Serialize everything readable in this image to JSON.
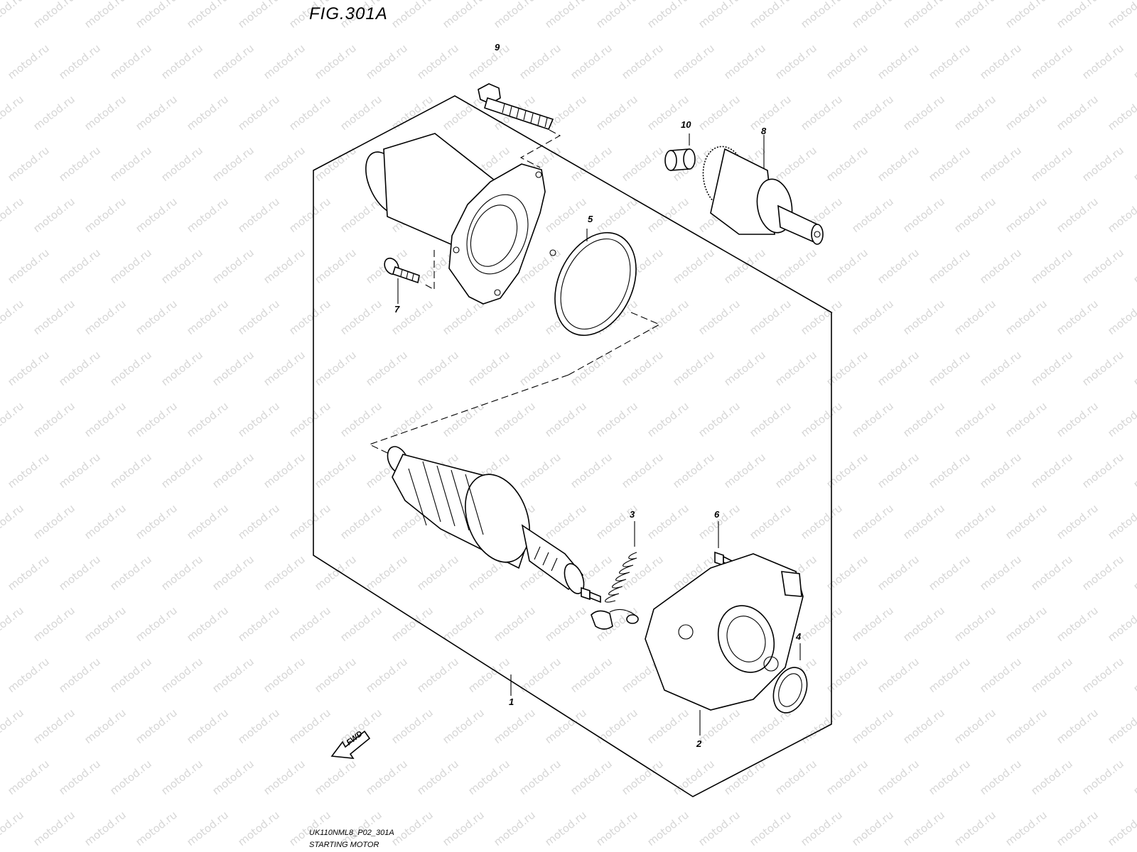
{
  "figure": {
    "title": "FIG.301A",
    "code": "UK110NML8_P02_301A",
    "caption": "STARTING MOTOR",
    "fwd_label": "FWD"
  },
  "watermark": "motod.ru",
  "callouts": [
    {
      "id": "1",
      "label": "1"
    },
    {
      "id": "2",
      "label": "2"
    },
    {
      "id": "3",
      "label": "3"
    },
    {
      "id": "4",
      "label": "4"
    },
    {
      "id": "5",
      "label": "5"
    },
    {
      "id": "6",
      "label": "6"
    },
    {
      "id": "7",
      "label": "7"
    },
    {
      "id": "8",
      "label": "8"
    },
    {
      "id": "9",
      "label": "9"
    },
    {
      "id": "10",
      "label": "10"
    }
  ]
}
